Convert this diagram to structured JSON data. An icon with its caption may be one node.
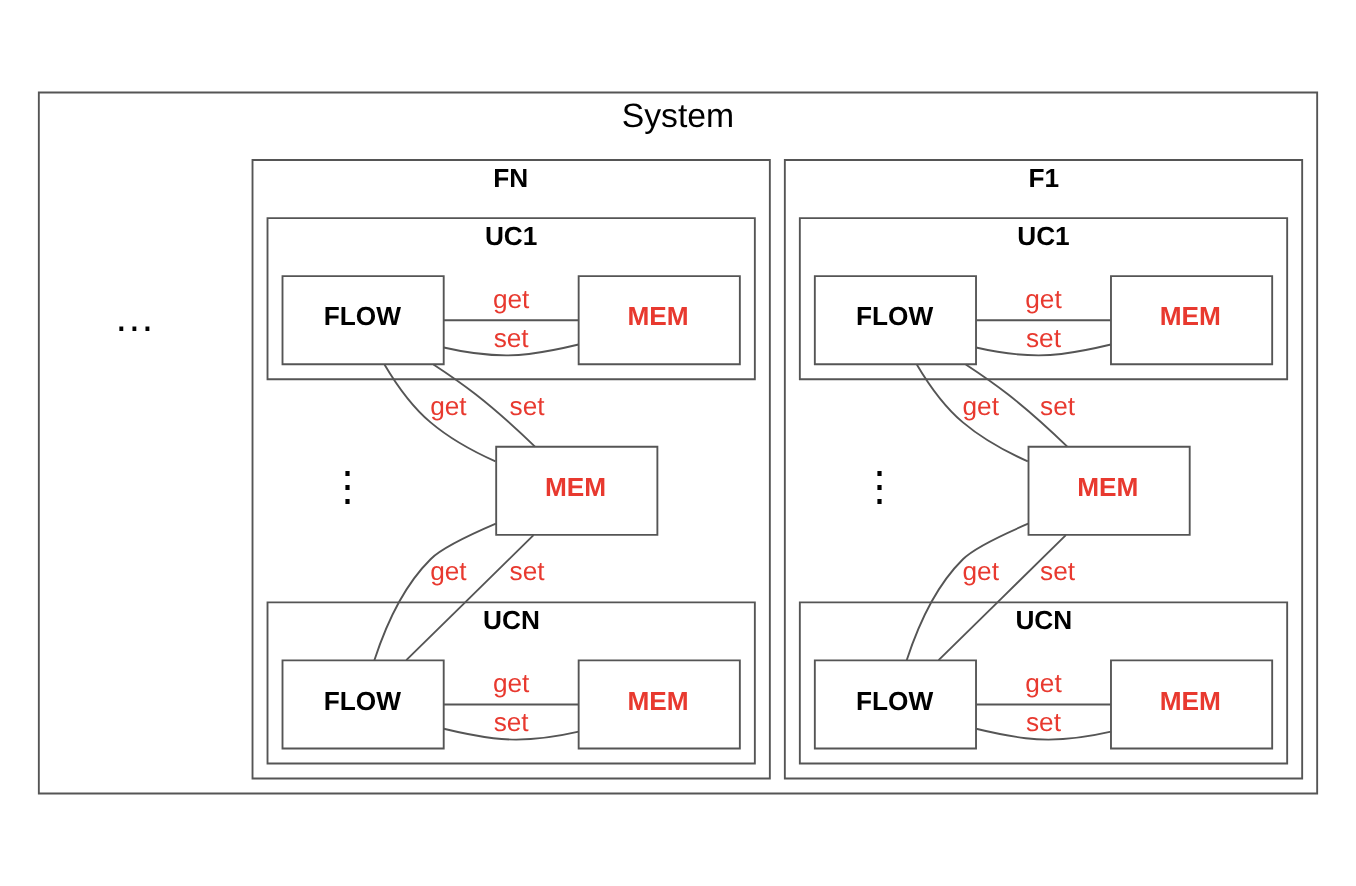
{
  "diagram": {
    "nodes": [
      {
        "text": [
          "System"
        ]
      },
      {
        "text": [
          "F1"
        ],
        "in": 0
      },
      {
        "text": [
          "UC1"
        ],
        "in": 1
      },
      {
        "text": [
          "FLOW"
        ],
        "in": 2
      },
      {
        "text": [
          "MEM"
        ],
        "in": 2
      },
      {
        "text": [
          "MEM"
        ],
        "in": 1
      },
      {
        "text": [
          "UCN"
        ],
        "in": 1
      },
      {
        "text": [
          "FLOW"
        ],
        "in": 6
      },
      {
        "text": [
          "MEM"
        ],
        "in": 6
      },
      {
        "text": [
          "FN"
        ],
        "in": 0
      },
      {
        "text": [
          "UC1"
        ],
        "in": 9
      },
      {
        "text": [
          "FLOW"
        ],
        "in": 10
      },
      {
        "text": [
          "MEM"
        ],
        "in": 10
      },
      {
        "text": [
          "MEM"
        ],
        "in": 9
      },
      {
        "text": [
          "UCN"
        ],
        "in": 9
      },
      {
        "text": [
          "FLOW"
        ],
        "in": 14
      },
      {
        "text": [
          "MEM"
        ],
        "in": 14
      }
    ],
    "edges": [
      {
        "from": 3,
        "to": 4,
        "arrow": "none",
        "label": "get"
      },
      {
        "from": 3,
        "to": 4,
        "arrow": "none",
        "label": "set"
      },
      {
        "from": 3,
        "to": 5,
        "arrow": "none",
        "label": "get"
      },
      {
        "from": 3,
        "to": 5,
        "arrow": "none",
        "label": "set"
      },
      {
        "from": 5,
        "to": 7,
        "arrow": "none",
        "label": "get"
      },
      {
        "from": 5,
        "to": 7,
        "arrow": "none",
        "label": "set"
      },
      {
        "from": 7,
        "to": 8,
        "arrow": "none",
        "label": "get"
      },
      {
        "from": 7,
        "to": 8,
        "arrow": "none",
        "label": "set"
      },
      {
        "from": 11,
        "to": 12,
        "arrow": "none",
        "label": "get"
      },
      {
        "from": 11,
        "to": 12,
        "arrow": "none",
        "label": "set"
      },
      {
        "from": 11,
        "to": 13,
        "arrow": "none",
        "label": "get"
      },
      {
        "from": 11,
        "to": 13,
        "arrow": "none",
        "label": "set"
      },
      {
        "from": 13,
        "to": 15,
        "arrow": "none",
        "label": "get"
      },
      {
        "from": 13,
        "to": 15,
        "arrow": "none",
        "label": "set"
      },
      {
        "from": 15,
        "to": 16,
        "arrow": "none",
        "label": "get"
      },
      {
        "from": 15,
        "to": 16,
        "arrow": "none",
        "label": "set"
      }
    ],
    "labels": [
      "⋮",
      "…",
      "⋮"
    ]
  }
}
